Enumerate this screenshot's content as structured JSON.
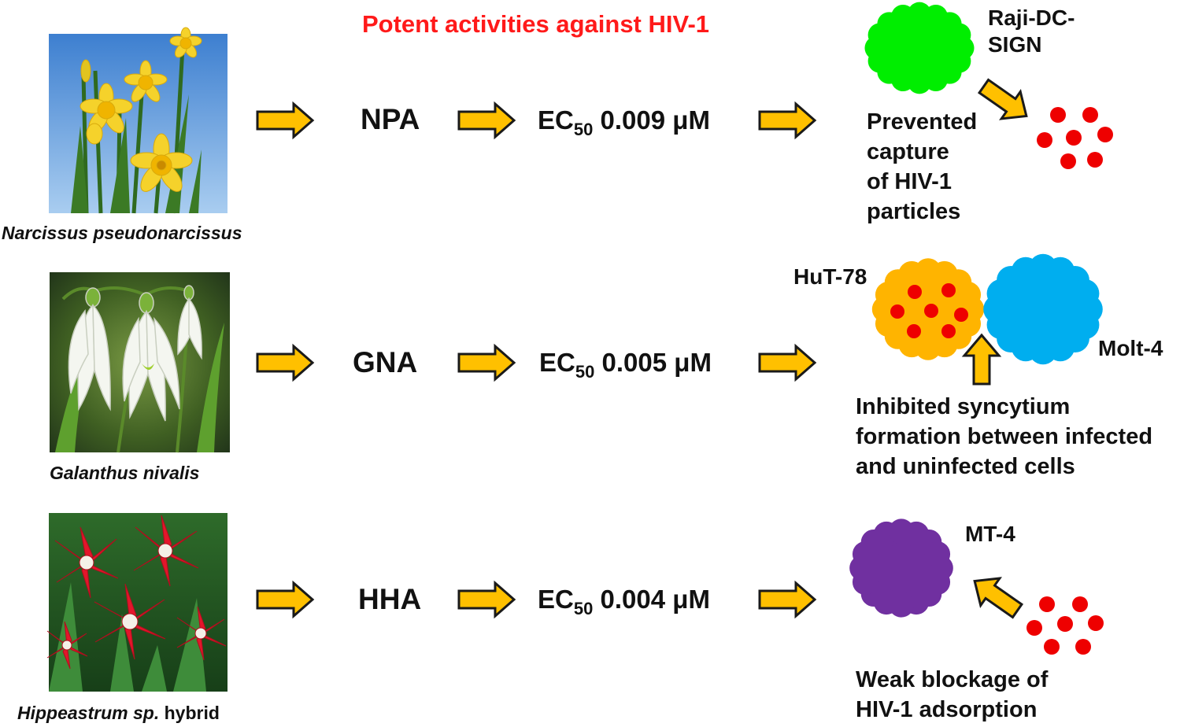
{
  "title": "Potent activities against HIV-1",
  "colors": {
    "title": "#ff1a1a",
    "arrow_fill": "#ffc000",
    "arrow_stroke": "#1a1a1a",
    "cell_green": "#00ee00",
    "cell_orange": "#ffb400",
    "cell_blue": "#00aeef",
    "cell_purple": "#7030a0",
    "virus_red": "#ee0000"
  },
  "rows": [
    {
      "plant_caption": "Narcissus pseudonarcissus",
      "plant_image": "daffodil-photo",
      "lectin": "NPA",
      "ec_label": "EC",
      "ec_sub": "50",
      "ec_value": "0.009 μM",
      "cell_labels": [
        "Raji-DC-SIGN"
      ],
      "effect": "Prevented\ncapture\nof HIV-1\nparticles"
    },
    {
      "plant_caption": "Galanthus nivalis",
      "plant_image": "snowdrop-photo",
      "lectin": "GNA",
      "ec_label": "EC",
      "ec_sub": "50",
      "ec_value": "0.005 μM",
      "cell_labels": [
        "HuT-78",
        "Molt-4"
      ],
      "effect": "Inhibited syncytium\nformation between infected\nand uninfected cells"
    },
    {
      "plant_caption_italic": "Hippeastrum sp.",
      "plant_caption_plain": " hybrid",
      "plant_image": "amaryllis-photo",
      "lectin": "HHA",
      "ec_label": "EC",
      "ec_sub": "50",
      "ec_value": "0.004 μM",
      "cell_labels": [
        "MT-4"
      ],
      "effect": "Weak blockage of\nHIV-1 adsorption"
    }
  ]
}
